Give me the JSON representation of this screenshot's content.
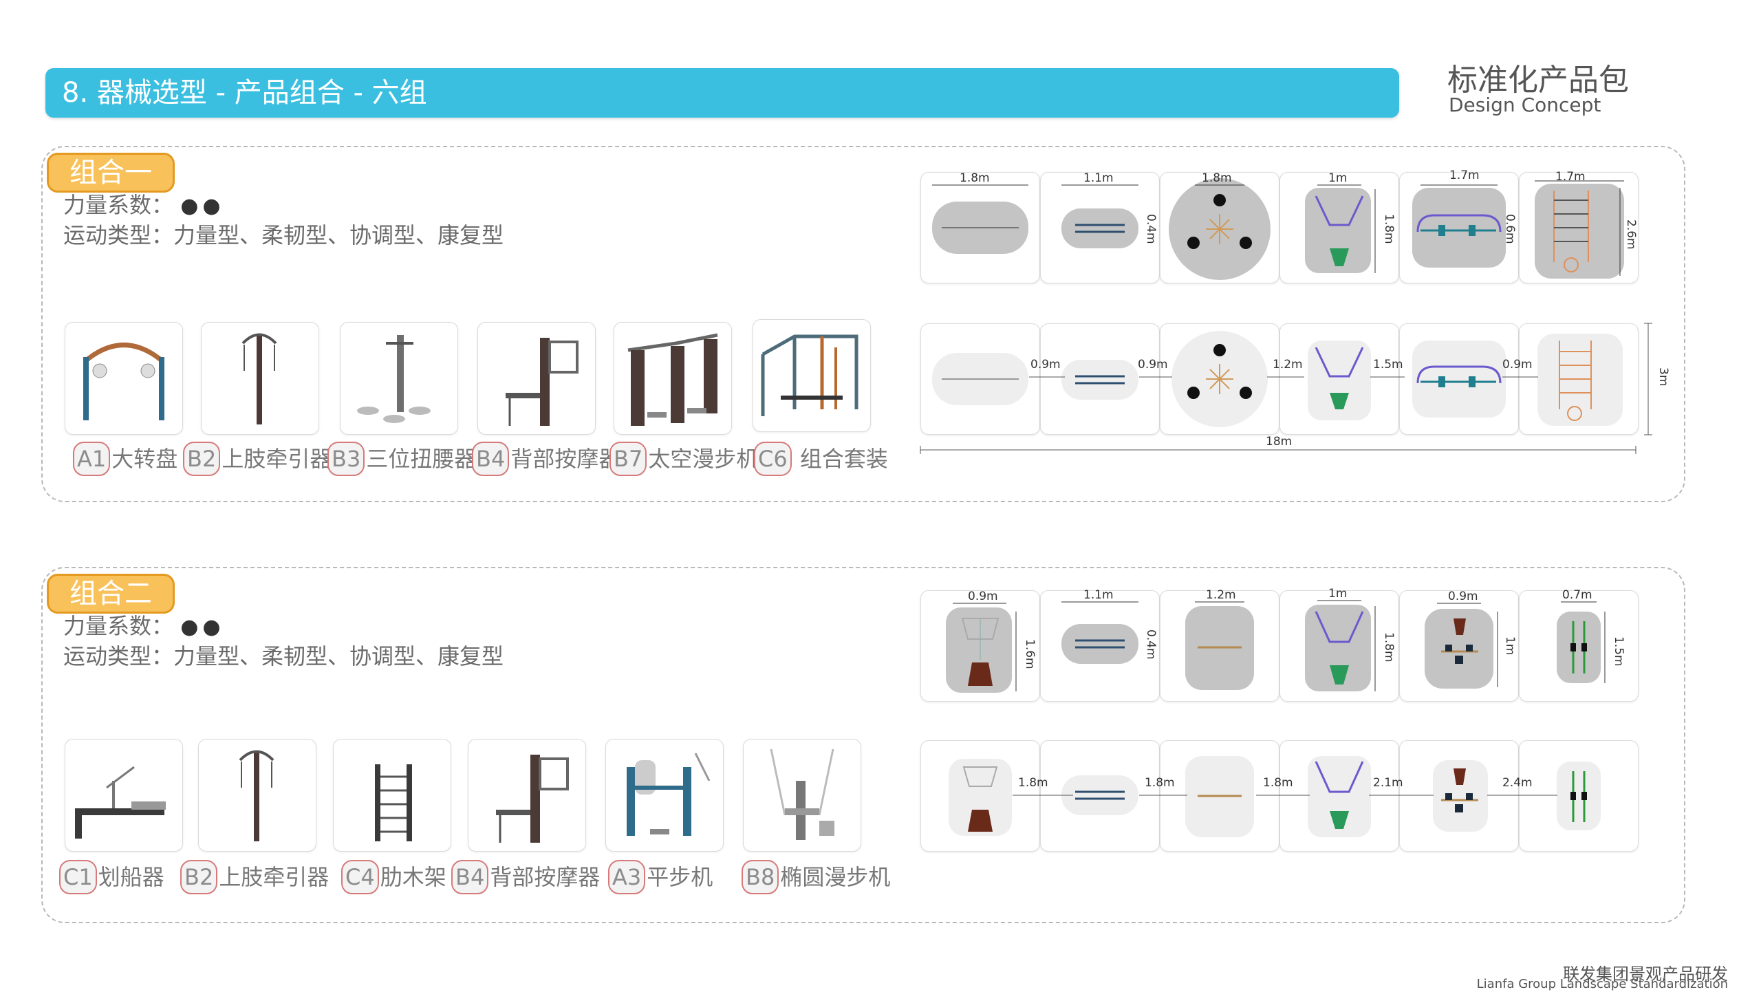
{
  "header": {
    "title": "8. 器械选型 - 产品组合 - 六组"
  },
  "brand": {
    "title": "标准化产品包",
    "subtitle": "Design Concept"
  },
  "footer": {
    "cn": "联发集团景观产品研发",
    "en": "Lianfa Group Landscape Standardization"
  },
  "colors": {
    "accent": "#3bbfe0",
    "tag": "#f8c15a",
    "tag_border": "#e49a21"
  },
  "groups": [
    {
      "tag": "组合一",
      "force_label": "力量系数：",
      "force_dots": "●●",
      "type_label": "运动类型：力量型、柔韧型、协调型、康复型",
      "products": [
        {
          "code": "A1",
          "name": "大转盘"
        },
        {
          "code": "B2",
          "name": "上肢牵引器"
        },
        {
          "code": "B3",
          "name": "三位扭腰器"
        },
        {
          "code": "B4",
          "name": "背部按摩器"
        },
        {
          "code": "B7",
          "name": "太空漫步机"
        },
        {
          "code": "C6",
          "name": "组合套装"
        }
      ],
      "cards": [
        {
          "w": "1.8m",
          "h": ""
        },
        {
          "w": "1.1m",
          "h": "0.4m"
        },
        {
          "w": "1.8m",
          "h": ""
        },
        {
          "w": "1m",
          "h": "1.8m"
        },
        {
          "w": "1.7m",
          "h": "0.6m"
        },
        {
          "w": "1.7m",
          "h": "2.6m"
        }
      ],
      "gaps": [
        "0.9m",
        "0.9m",
        "1.2m",
        "1.5m",
        "0.9m"
      ],
      "total_length": "18m",
      "total_height": "3m"
    },
    {
      "tag": "组合二",
      "force_label": "力量系数：",
      "force_dots": "●●",
      "type_label": "运动类型：力量型、柔韧型、协调型、康复型",
      "products": [
        {
          "code": "C1",
          "name": "划船器"
        },
        {
          "code": "B2",
          "name": "上肢牵引器"
        },
        {
          "code": "C4",
          "name": "肋木架"
        },
        {
          "code": "B4",
          "name": "背部按摩器"
        },
        {
          "code": "A3",
          "name": "平步机"
        },
        {
          "code": "B8",
          "name": "椭圆漫步机"
        }
      ],
      "cards": [
        {
          "w": "0.9m",
          "h": "1.6m"
        },
        {
          "w": "1.1m",
          "h": "0.4m"
        },
        {
          "w": "1.2m",
          "h": ""
        },
        {
          "w": "1m",
          "h": "1.8m"
        },
        {
          "w": "0.9m",
          "h": "1m"
        },
        {
          "w": "0.7m",
          "h": "1.5m"
        }
      ],
      "gaps": [
        "1.8m",
        "1.8m",
        "1.8m",
        "2.1m",
        "2.4m"
      ]
    }
  ]
}
